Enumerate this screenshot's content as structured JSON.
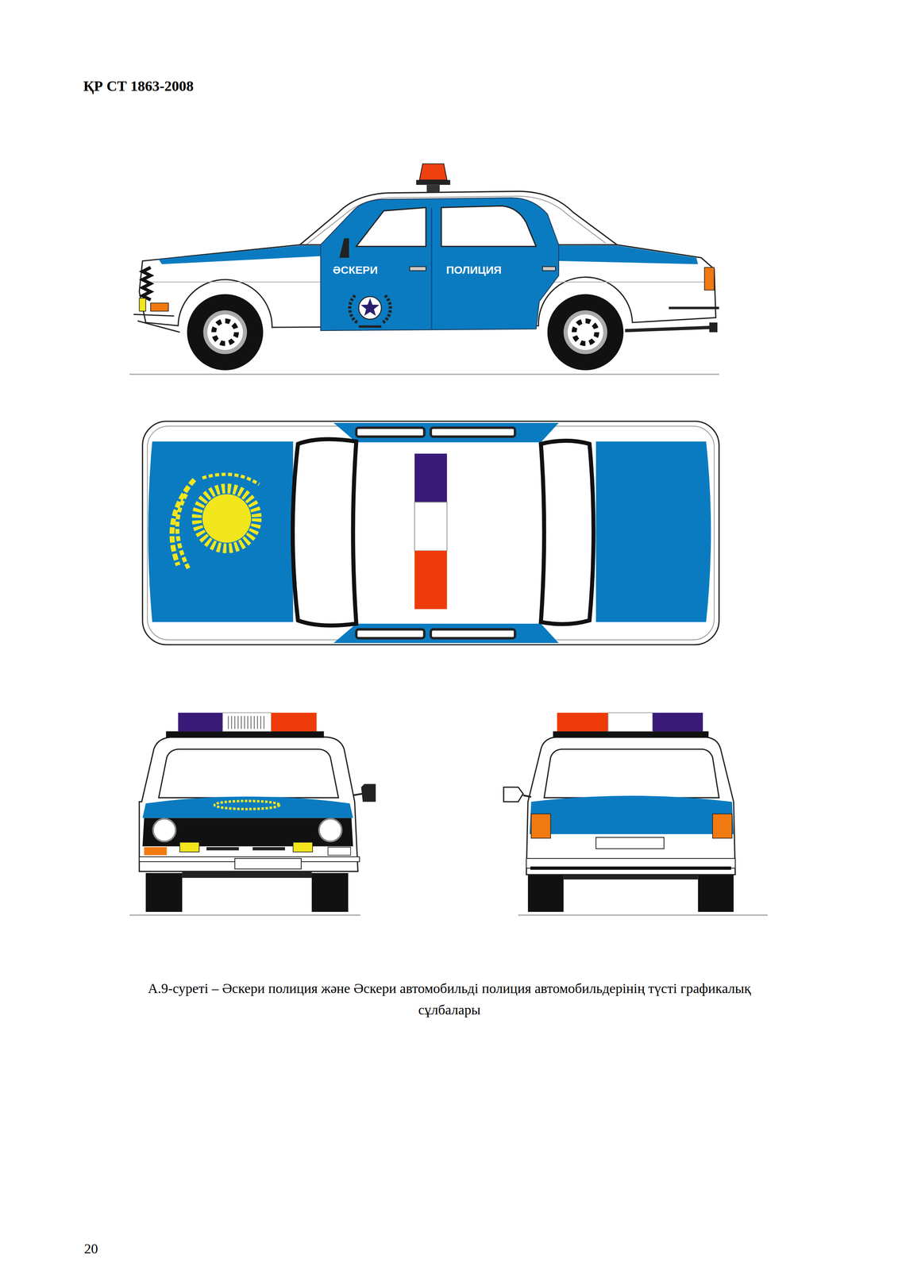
{
  "diagram": {
    "caption": "А.9-суреті – Әскери полиция және Әскери автомобильді полиция автомобильдерінің түсті графикалық сұлбалары",
    "labels": [
      "ҚР СТ 1863-2008",
      "ӘСКЕРИ",
      "ПОЛИЦИЯ",
      "20"
    ]
  }
}
